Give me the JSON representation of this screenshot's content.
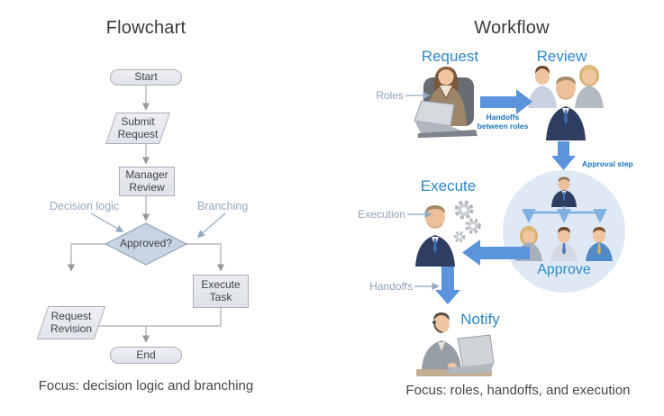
{
  "palette": {
    "accent_blue": "#2d87c7",
    "label_blue": "#1b76c0",
    "annotation_steel": "#92a9bf",
    "big_arrow_blue": "#5b94dc",
    "org_arrow_blue": "#7fb0df",
    "connector_gray": "#a8abb0",
    "node_fill": "#e9ebf0",
    "diamond_fill": "#c7d4e4",
    "approve_circle_fill": "#dfe9f5"
  },
  "flowchart": {
    "title": "Flowchart",
    "nodes": {
      "start": "Start",
      "submit": "Submit\nRequest",
      "manager": "Manager\nReview",
      "decision": "Approved?",
      "revision": "Request\nRevision",
      "execute": "Execute\nTask",
      "end": "End"
    },
    "annotations": {
      "decision_logic": "Decision logic",
      "branching": "Branching"
    },
    "caption": "Focus: decision logic and branching"
  },
  "workflow": {
    "title": "Workflow",
    "steps": {
      "request": "Request",
      "review": "Review",
      "execute": "Execute",
      "approve": "Approve",
      "notify": "Notify"
    },
    "annotations": {
      "roles": "Roles",
      "execution": "Execution",
      "handoffs": "Handoffs",
      "handoffs_between_roles": "Handoffs\nbetween roles",
      "approval_step": "Approval step"
    },
    "illustrations": {
      "request_person": "woman-at-laptop-illustration",
      "review_group": "three-reviewers-illustration",
      "execute_person": "man-with-gears-illustration",
      "approve_group": "approval-org-chart-illustration",
      "notify_person": "woman-with-headset-illustration"
    },
    "caption": "Focus: roles, handoffs, and execution"
  }
}
